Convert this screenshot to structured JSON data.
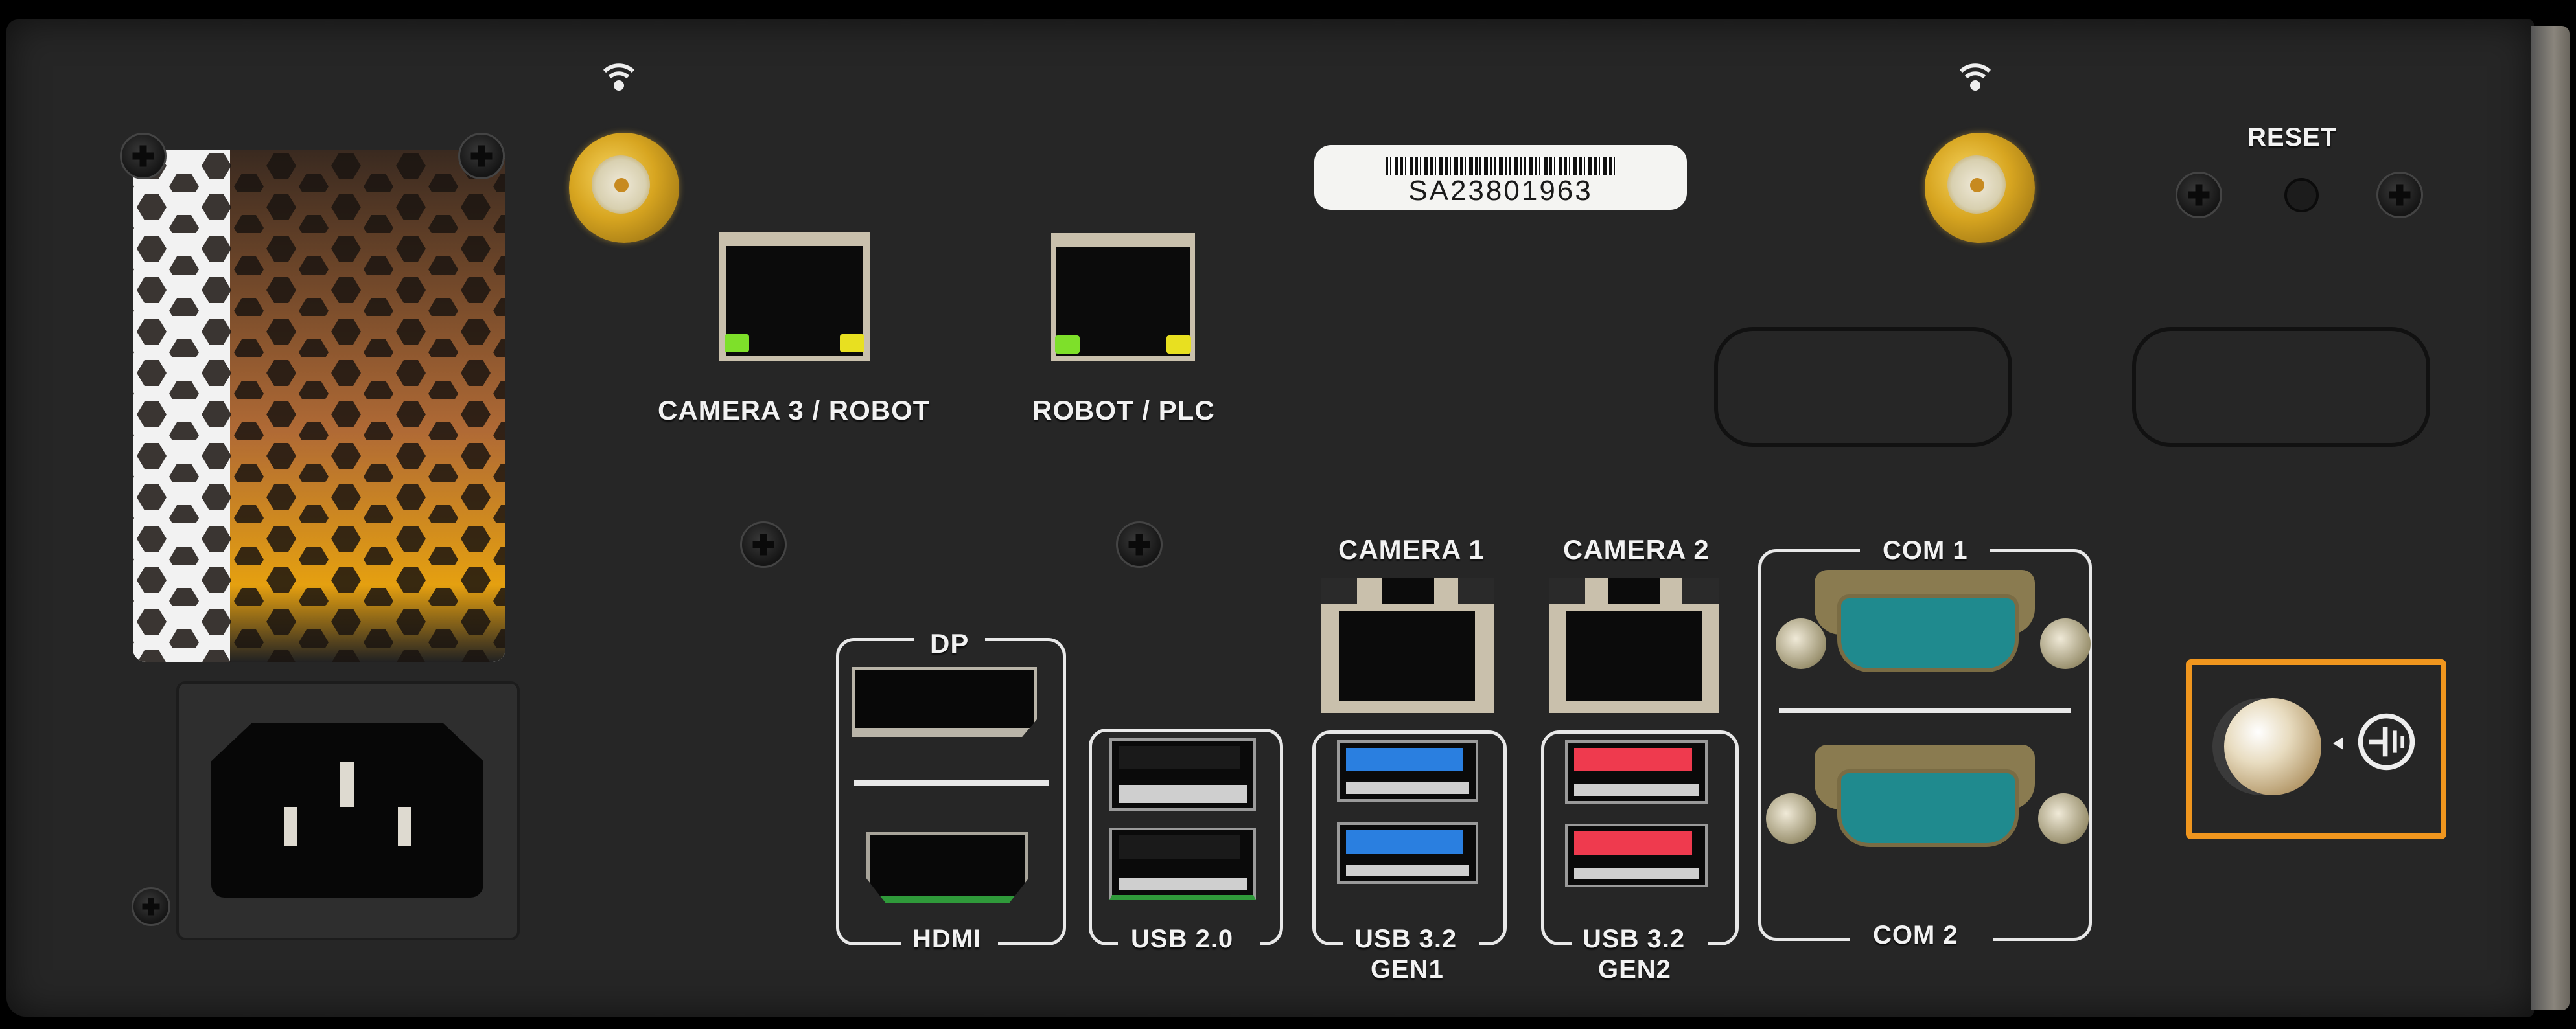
{
  "device": {
    "description": "Industrial PC rear I/O panel",
    "serial_label": "SA23801963"
  },
  "labels": {
    "camera3_robot": "CAMERA 3 / ROBOT",
    "robot_plc": "ROBOT / PLC",
    "camera1": "CAMERA 1",
    "camera2": "CAMERA 2",
    "dp": "DP",
    "hdmi": "HDMI",
    "usb20": "USB 2.0",
    "usb32_gen1_line1": "USB 3.2",
    "usb32_gen1_line2": "GEN1",
    "usb32_gen2_line1": "USB 3.2",
    "usb32_gen2_line2": "GEN2",
    "com1": "COM 1",
    "com2": "COM 2",
    "reset": "RESET"
  },
  "icons": {
    "antenna_left": "wifi-icon",
    "antenna_right": "wifi-icon",
    "ground": "ground-symbol-icon",
    "power_inlet": "iec-c14-power-inlet"
  },
  "ports": [
    {
      "type": "RJ45",
      "label": "CAMERA 3 / ROBOT",
      "leds": [
        "green",
        "yellow"
      ]
    },
    {
      "type": "RJ45",
      "label": "ROBOT / PLC",
      "leds": [
        "green",
        "yellow"
      ]
    },
    {
      "type": "RJ45",
      "label": "CAMERA 1"
    },
    {
      "type": "RJ45",
      "label": "CAMERA 2"
    },
    {
      "type": "DisplayPort",
      "label": "DP"
    },
    {
      "type": "HDMI",
      "label": "HDMI"
    },
    {
      "type": "USB-A",
      "label": "USB 2.0",
      "count": 2,
      "color": "black"
    },
    {
      "type": "USB-A",
      "label": "USB 3.2 GEN1",
      "count": 2,
      "color": "blue"
    },
    {
      "type": "USB-A",
      "label": "USB 3.2 GEN2",
      "count": 2,
      "color": "red"
    },
    {
      "type": "DB9",
      "label": "COM 1"
    },
    {
      "type": "DB9",
      "label": "COM 2"
    },
    {
      "type": "SMA",
      "label": "antenna-left"
    },
    {
      "type": "SMA",
      "label": "antenna-right"
    }
  ],
  "colors": {
    "panel": "#262626",
    "label_text": "#f2f2f2",
    "usb_gen1": "#2a7fe0",
    "usb_gen2": "#ef3a4e",
    "usb20_accent": "#2f9a3a",
    "highlight_box": "#f0961e",
    "com_insert": "#1f8a8e",
    "sma_gold": "#d7a520",
    "led_green": "#7ee02a",
    "led_yellow": "#e8e020"
  }
}
